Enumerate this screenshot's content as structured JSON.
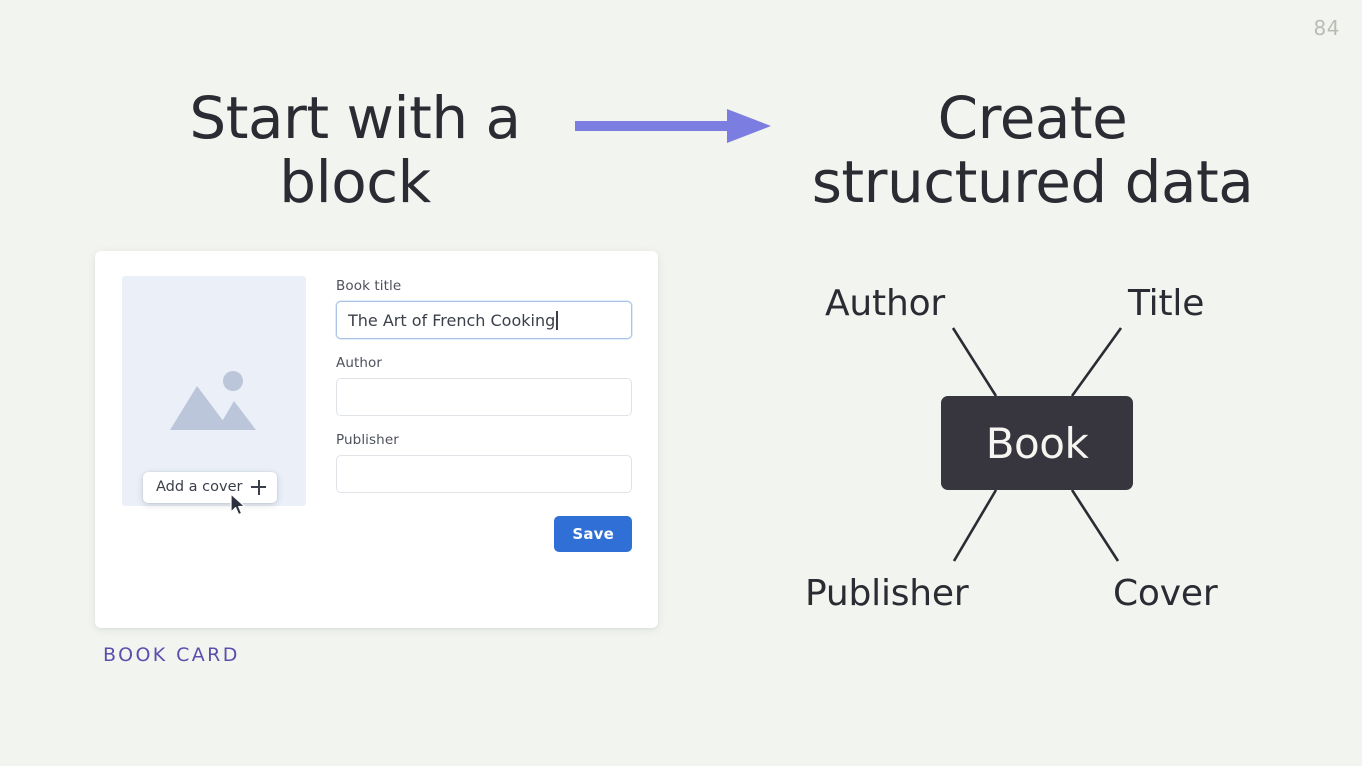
{
  "slide": {
    "page_number": "84",
    "background_color": "#f2f4ef",
    "text_color": "#2b2b33"
  },
  "headings": {
    "left": "Start with a\nblock",
    "right": "Create\nstructured data"
  },
  "arrow": {
    "name": "right-arrow",
    "color": "#7b7ee0",
    "direction": "right"
  },
  "card": {
    "caption": "BOOK CARD",
    "caption_color": "#5b4fae",
    "cover": {
      "placeholder_icon": "image-placeholder-icon",
      "placeholder_color": "#eaeff8",
      "icon_color": "#bcc6da",
      "tooltip_label": "Add a cover",
      "tooltip_icon": "plus-icon"
    },
    "fields": [
      {
        "label": "Book title",
        "value": "The Art of French Cooking",
        "placeholder": "",
        "focused": true
      },
      {
        "label": "Author",
        "value": "",
        "placeholder": "",
        "focused": false
      },
      {
        "label": "Publisher",
        "value": "",
        "placeholder": "",
        "focused": false
      }
    ],
    "save_label": "Save",
    "save_color": "#2f6fd6"
  },
  "diagram": {
    "center_label": "Book",
    "center_color": "#37353d",
    "nodes": [
      {
        "label": "Author",
        "position": "top-left"
      },
      {
        "label": "Title",
        "position": "top-right"
      },
      {
        "label": "Publisher",
        "position": "bottom-left"
      },
      {
        "label": "Cover",
        "position": "bottom-right"
      }
    ]
  }
}
